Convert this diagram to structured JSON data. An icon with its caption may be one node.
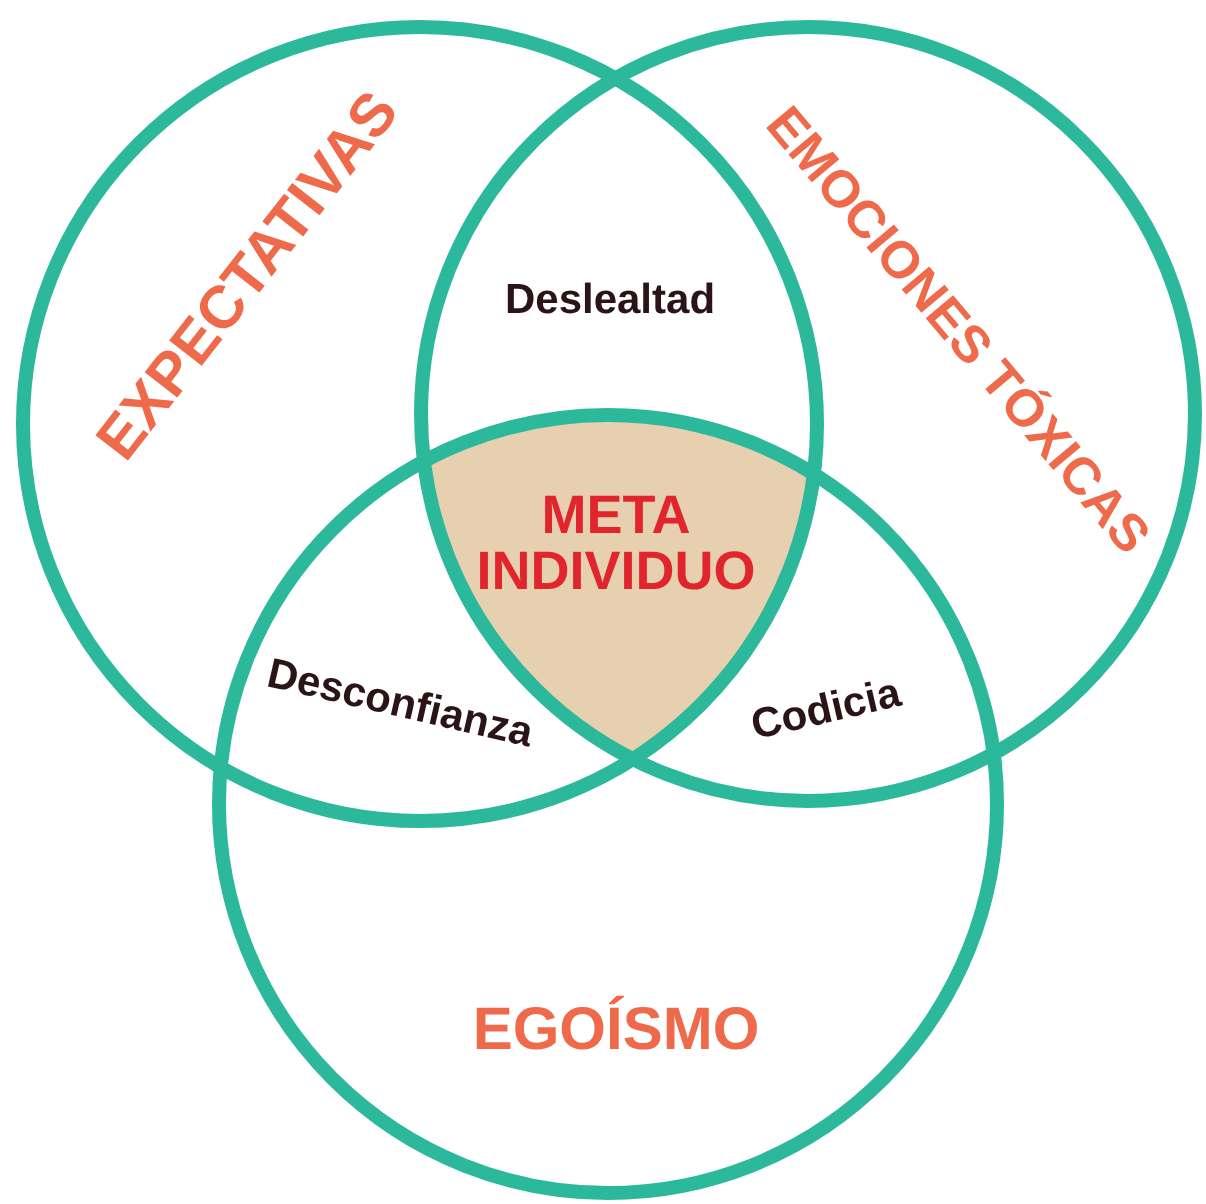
{
  "diagram": {
    "nodes": [
      {
        "text": [
          "EXPECTATIVAS"
        ]
      },
      {
        "text": [
          "EMOCIONES TÓXICAS"
        ]
      },
      {
        "text": [
          "EGOÍSMO"
        ]
      }
    ],
    "labels": [
      "Deslealtad",
      "META INDIVIDUO",
      "Desconfianza",
      "Codicia"
    ]
  }
}
